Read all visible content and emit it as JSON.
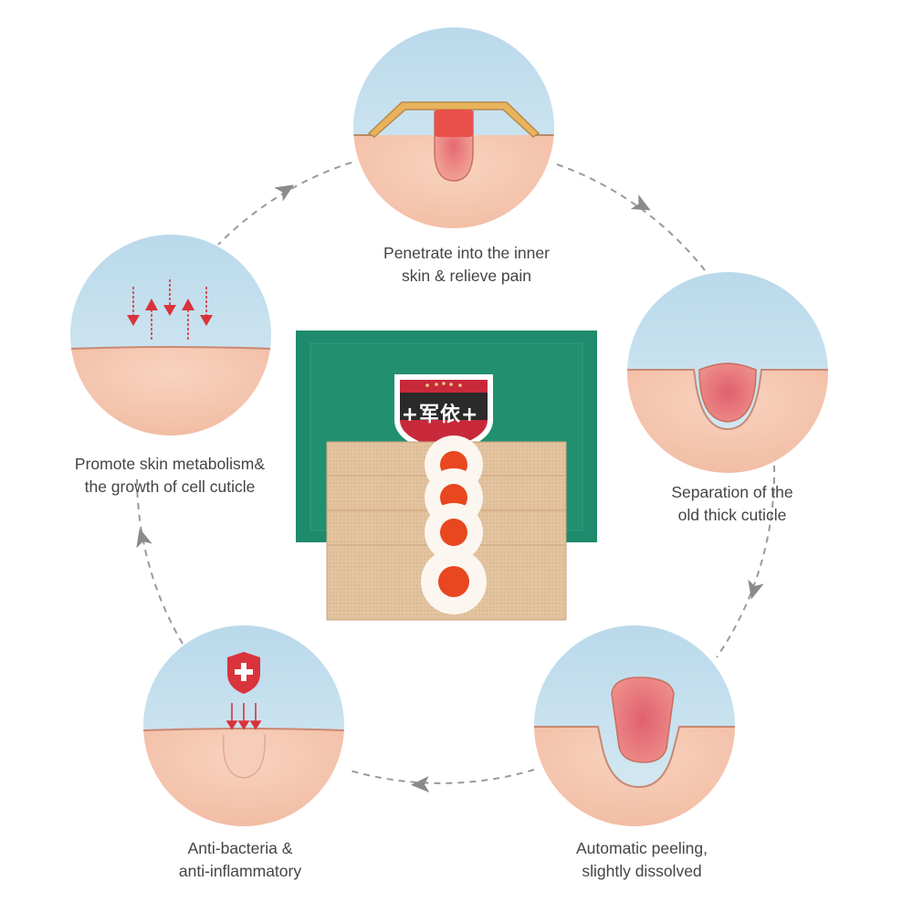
{
  "colors": {
    "ring_dash": "#9a9a9a",
    "arrow": "#8a8a8a",
    "sky_top": "#c3dfee",
    "sky_bottom": "#d6e9f2",
    "skin": "#f5c8b2",
    "skin_dark": "#efb09a",
    "wart": "#e5757a",
    "package_green": "#1f8a6c",
    "plaster": "#e3c39f",
    "dot_red": "#e8471f",
    "shield_red": "#d9333c",
    "text": "#444444"
  },
  "brand": {
    "mark": "+军依+"
  },
  "steps": [
    {
      "id": "penetrate",
      "lines": [
        "Penetrate into the inner",
        "skin & relieve pain"
      ]
    },
    {
      "id": "separation",
      "lines": [
        "Separation of the",
        "old thick cuticle"
      ]
    },
    {
      "id": "peeling",
      "lines": [
        "Automatic peeling,",
        "slightly dissolved"
      ]
    },
    {
      "id": "anti-bacteria",
      "lines": [
        "Anti-bacteria &",
        "anti-inflammatory"
      ]
    },
    {
      "id": "metabolism",
      "lines": [
        "Promote skin metabolism&",
        "the growth of cell cuticle"
      ]
    }
  ],
  "icons": [
    "cycle-arrow-icon",
    "shield-plus-icon",
    "down-arrow-icon",
    "up-arrow-icon"
  ]
}
